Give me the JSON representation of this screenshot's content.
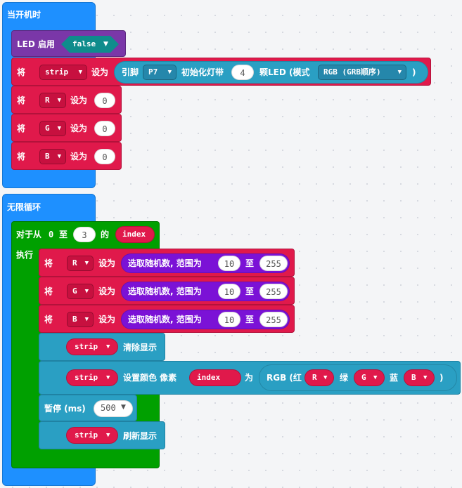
{
  "on_start": {
    "hat_label": "当开机时",
    "led_enable": {
      "label": "LED 启用",
      "value": "false"
    },
    "strip_init": {
      "set": "将",
      "var": "strip",
      "to": "设为",
      "pin_label": "引脚",
      "pin": "P7",
      "init_label": "初始化灯带",
      "count": "4",
      "led_label": "颗LED (模式",
      "mode": "RGB (GRB顺序)",
      "close": ")"
    },
    "assigns": [
      {
        "set": "将",
        "var": "R",
        "to": "设为",
        "value": "0"
      },
      {
        "set": "将",
        "var": "G",
        "to": "设为",
        "value": "0"
      },
      {
        "set": "将",
        "var": "B",
        "to": "设为",
        "value": "0"
      }
    ]
  },
  "forever": {
    "hat_label": "无限循环",
    "for_loop": {
      "label_from": "对于从",
      "from": "0",
      "label_to": "至",
      "to": "3",
      "label_of": "的",
      "var": "index",
      "do_label": "执行"
    },
    "random_assigns": [
      {
        "set": "将",
        "var": "R",
        "to": "设为",
        "random_label": "选取随机数, 范围为",
        "min": "10",
        "range_to": "至",
        "max": "255"
      },
      {
        "set": "将",
        "var": "G",
        "to": "设为",
        "random_label": "选取随机数, 范围为",
        "min": "10",
        "range_to": "至",
        "max": "255"
      },
      {
        "set": "将",
        "var": "B",
        "to": "设为",
        "random_label": "选取随机数, 范围为",
        "min": "10",
        "range_to": "至",
        "max": "255"
      }
    ],
    "clear": {
      "var": "strip",
      "label": "清除显示"
    },
    "set_pixel": {
      "var": "strip",
      "label": "设置颜色 像素",
      "index": "index",
      "as": "为",
      "rgb_open": "RGB (红",
      "r": "R",
      "green_label": "绿",
      "g": "G",
      "blue_label": "蓝",
      "b": "B",
      "close": ")"
    },
    "pause": {
      "label": "暂停 (ms)",
      "value": "500"
    },
    "show": {
      "var": "strip",
      "label": "刷新显示"
    }
  },
  "colors": {
    "event_blue": "#1e90ff",
    "loop_green": "#00a000",
    "variable_red": "#e0194b",
    "neopixel_teal": "#2a9fc3",
    "math_violet": "#7b12d6",
    "led_purple": "#7a37a8"
  }
}
